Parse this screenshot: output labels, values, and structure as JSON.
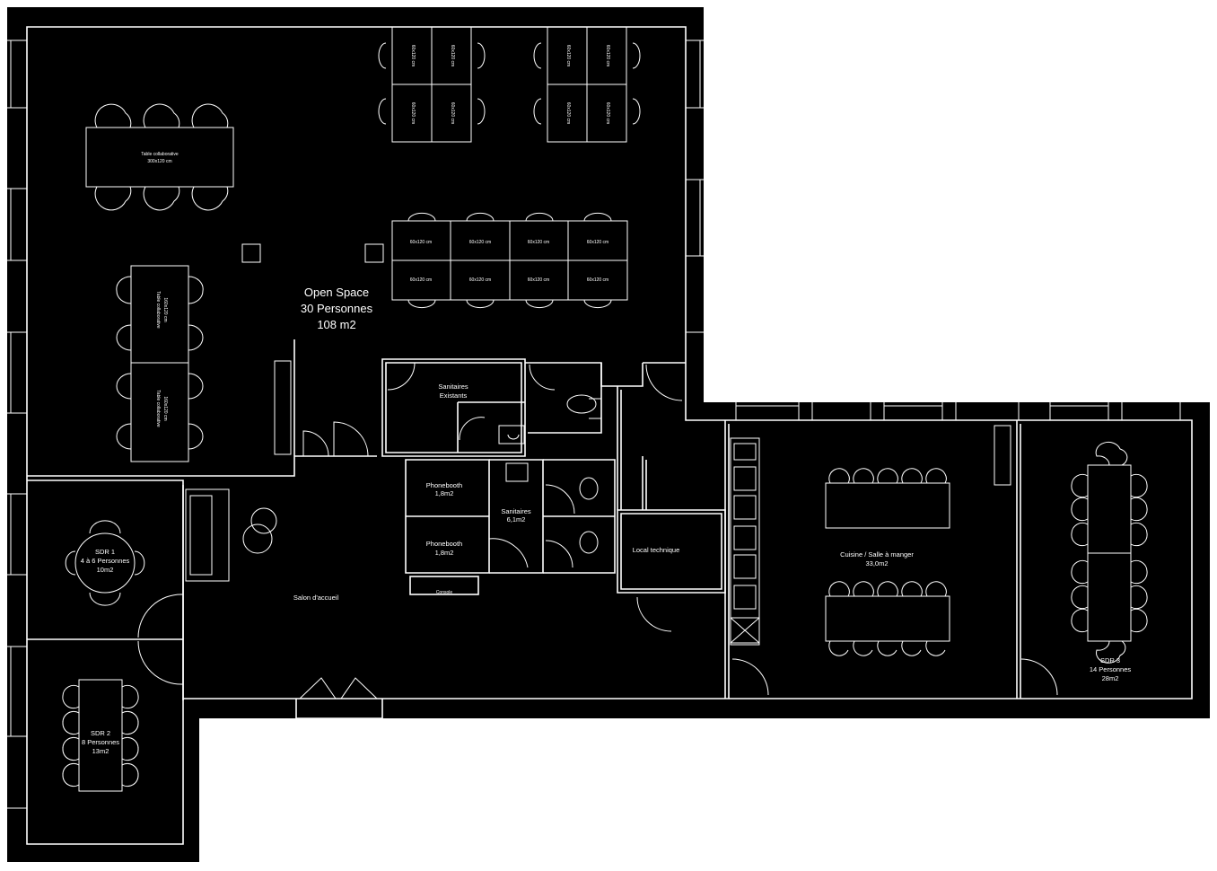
{
  "rooms": {
    "open_space": {
      "name": "Open Space",
      "capacity": "30 Personnes",
      "area": "108 m2"
    },
    "sdr1": {
      "name": "SDR 1",
      "capacity": "4 à 6 Personnes",
      "area": "10m2"
    },
    "sdr2": {
      "name": "SDR 2",
      "capacity": "8 Personnes",
      "area": "13m2"
    },
    "sdr3": {
      "name": "SDR 3",
      "capacity": "14 Personnes",
      "area": "28m2"
    },
    "kitchen": {
      "name": "Cuisine / Salle à manger",
      "area": "33,0m2"
    },
    "salon": {
      "name": "Salon d'accueil"
    },
    "local_technique": {
      "name": "Local technique"
    },
    "sanitaires_existants": {
      "name": "Sanitaires",
      "name2": "Existants"
    },
    "sanitaires": {
      "name": "Sanitaires",
      "area": "6,1m2"
    },
    "phonebooth1": {
      "name": "Phonebooth",
      "area": "1,8m2"
    },
    "phonebooth2": {
      "name": "Phonebooth",
      "area": "1,8m2"
    },
    "console": {
      "name": "Console"
    }
  },
  "furniture": {
    "collab_table_h": {
      "name": "Table collaborative",
      "dims": "300x120 cm"
    },
    "collab_table_v1": {
      "name": "Table collaborative",
      "dims": "160x120 cm"
    },
    "collab_table_v2": {
      "name": "Table collaborative",
      "dims": "160x120 cm"
    },
    "desk_dims": "60x120 cm"
  },
  "colors": {
    "background": "#000000",
    "lines": "#ffffff",
    "page": "#ffffff"
  }
}
